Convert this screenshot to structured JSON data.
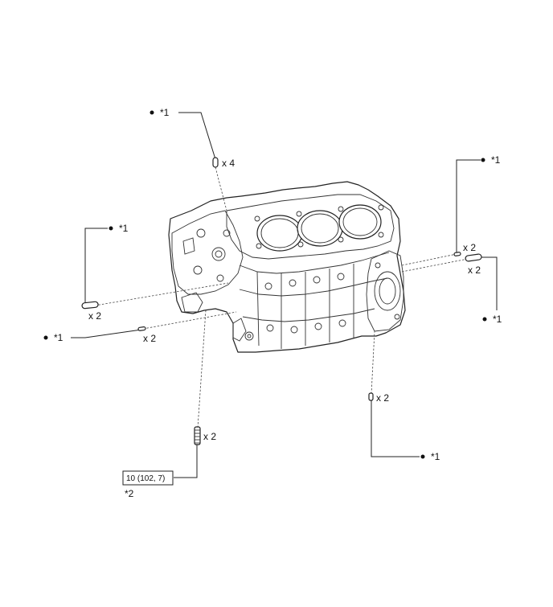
{
  "callouts": {
    "ref_mark": "*1",
    "ref_mark_2": "*2",
    "qty_top": "x 4",
    "qty_left_upper": "x 2",
    "qty_left_lower": "x 2",
    "qty_right_small": "x 2",
    "qty_right_large": "x 2",
    "qty_bottom_right": "x 2",
    "qty_stud": "x 2"
  },
  "torque": {
    "spec": "10 (102, 7)"
  },
  "colors": {
    "line": "#222222",
    "background": "#ffffff"
  }
}
